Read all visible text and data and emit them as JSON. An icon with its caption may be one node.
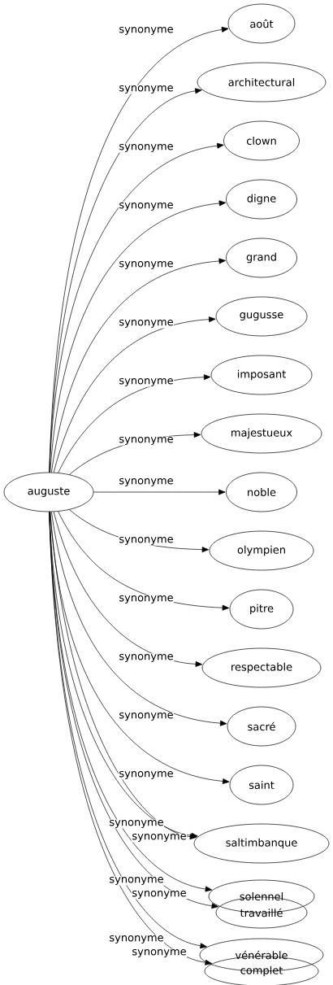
{
  "diagram": {
    "nodes": [
      {
        "text": [
          "auguste"
        ]
      },
      {
        "text": [
          "août"
        ]
      },
      {
        "text": [
          "architectural"
        ]
      },
      {
        "text": [
          "clown"
        ]
      },
      {
        "text": [
          "digne"
        ]
      },
      {
        "text": [
          "grand"
        ]
      },
      {
        "text": [
          "gugusse"
        ]
      },
      {
        "text": [
          "imposant"
        ]
      },
      {
        "text": [
          "majestueux"
        ]
      },
      {
        "text": [
          "noble"
        ]
      },
      {
        "text": [
          "olympien"
        ]
      },
      {
        "text": [
          "pitre"
        ]
      },
      {
        "text": [
          "respectable"
        ]
      },
      {
        "text": [
          "sacré"
        ]
      },
      {
        "text": [
          "saint"
        ]
      },
      {
        "text": [
          "saltimbanque"
        ]
      },
      {
        "text": [
          "solennel"
        ]
      },
      {
        "text": [
          "travaillé"
        ]
      },
      {
        "text": [
          "vénérable"
        ]
      },
      {
        "text": [
          "complet"
        ]
      }
    ],
    "edges": [
      {
        "from": 0,
        "to": 1,
        "arrow": "to",
        "label": "synonyme"
      },
      {
        "from": 0,
        "to": 2,
        "arrow": "to",
        "label": "synonyme"
      },
      {
        "from": 0,
        "to": 3,
        "arrow": "to",
        "label": "synonyme"
      },
      {
        "from": 0,
        "to": 4,
        "arrow": "to",
        "label": "synonyme"
      },
      {
        "from": 0,
        "to": 5,
        "arrow": "to",
        "label": "synonyme"
      },
      {
        "from": 0,
        "to": 6,
        "arrow": "to",
        "label": "synonyme"
      },
      {
        "from": 0,
        "to": 7,
        "arrow": "to",
        "label": "synonyme"
      },
      {
        "from": 0,
        "to": 8,
        "arrow": "to",
        "label": "synonyme"
      },
      {
        "from": 0,
        "to": 9,
        "arrow": "to",
        "label": "synonyme"
      },
      {
        "from": 0,
        "to": 10,
        "arrow": "to",
        "label": "synonyme"
      },
      {
        "from": 0,
        "to": 11,
        "arrow": "to",
        "label": "synonyme"
      },
      {
        "from": 0,
        "to": 12,
        "arrow": "to",
        "label": "synonyme"
      },
      {
        "from": 0,
        "to": 13,
        "arrow": "to",
        "label": "synonyme"
      },
      {
        "from": 0,
        "to": 14,
        "arrow": "to",
        "label": "synonyme"
      },
      {
        "from": 0,
        "to": 15,
        "arrow": "to",
        "label": "synonyme"
      },
      {
        "from": 0,
        "to": 15,
        "arrow": "to",
        "label": "synonyme"
      },
      {
        "from": 0,
        "to": 16,
        "arrow": "to",
        "label": "synonyme"
      },
      {
        "from": 0,
        "to": 17,
        "arrow": "to",
        "label": "synonyme"
      },
      {
        "from": 0,
        "to": 18,
        "arrow": "to",
        "label": "synonyme"
      },
      {
        "from": 0,
        "to": 19,
        "arrow": "to",
        "label": "synonyme"
      }
    ]
  }
}
